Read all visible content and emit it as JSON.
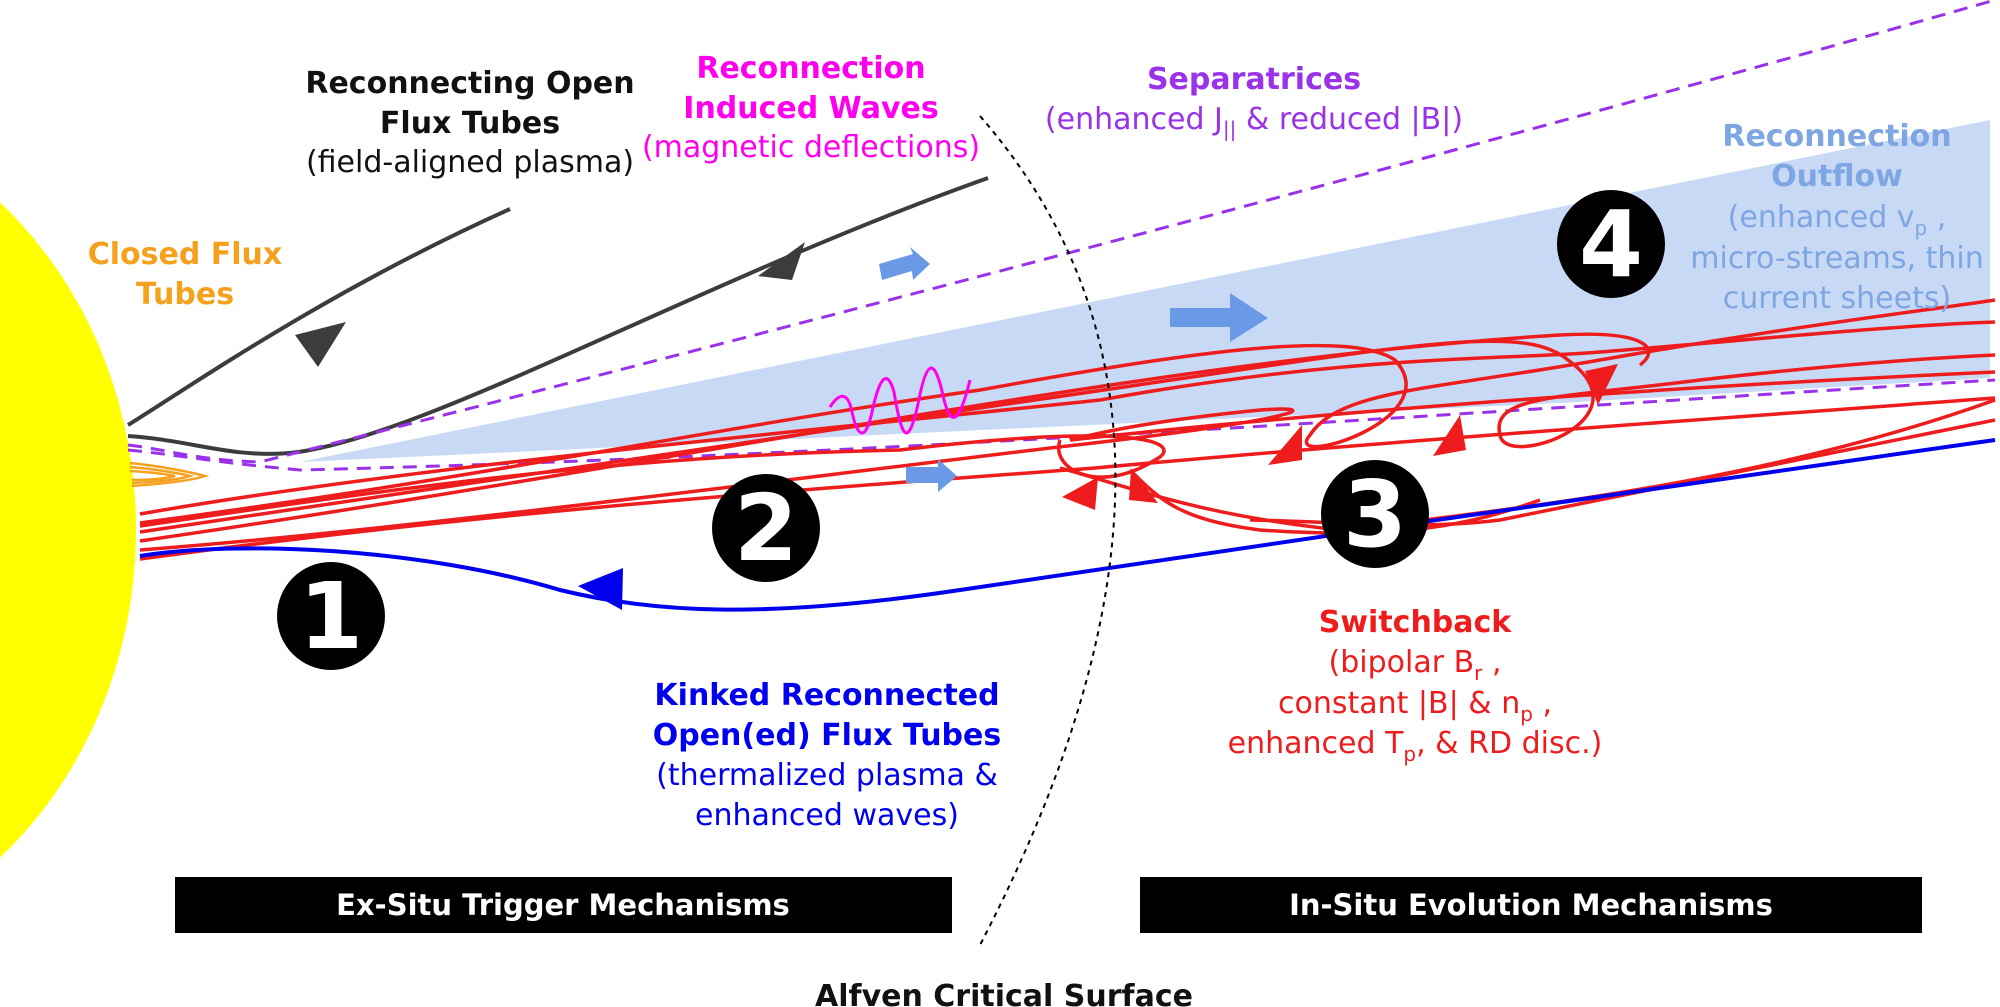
{
  "colors": {
    "sun": "#ffff00",
    "open_flux": "#3c3c3c",
    "closed_flux": "#f5a11d",
    "kinked_flux": "#0000ee",
    "switchback": "#ee1c1c",
    "waves": "#ff00ee",
    "separatrices": "#9932e8",
    "outflow_fill": "#c8d9f5",
    "outflow_text": "#7ea6e2",
    "outflow_arrow": "#6a9ae6",
    "badge": "#000000"
  },
  "labels": {
    "open_flux": {
      "line1": "Reconnecting Open",
      "line2": "Flux Tubes",
      "line3": "(field-aligned plasma)"
    },
    "waves": {
      "line1": "Reconnection",
      "line2": "Induced Waves",
      "line3": "(magnetic deflections)"
    },
    "separatrices": {
      "line1": "Separatrices",
      "pre": "(enhanced J",
      "sub": "||",
      "post": " & reduced |B|)"
    },
    "outflow": {
      "line1": "Reconnection",
      "line2": "Outflow",
      "line3_pre": "(enhanced v",
      "line3_sub": "p",
      "line3_post": " ,",
      "line4": "micro-streams, thin",
      "line5": "current sheets)"
    },
    "closed_flux": {
      "line1": "Closed Flux",
      "line2": "Tubes"
    },
    "switchback": {
      "line1": "Switchback",
      "line2_pre": "(bipolar B",
      "line2_sub": "r",
      "line2_post": " ,",
      "line3_pre": "constant |B| & n",
      "line3_sub": "p",
      "line3_post": " ,",
      "line4_pre": "enhanced T",
      "line4_sub": "p",
      "line4_post": ", & RD disc.)"
    },
    "kinked": {
      "line1": "Kinked Reconnected",
      "line2": "Open(ed) Flux Tubes",
      "line3": "(thermalized plasma &",
      "line4": "enhanced waves)"
    }
  },
  "badges": [
    "1",
    "2",
    "3",
    "4"
  ],
  "bars": {
    "ex_situ": "Ex-Situ Trigger Mechanisms",
    "in_situ": "In-Situ Evolution Mechanisms"
  },
  "surface_label": "Alfven Critical Surface"
}
